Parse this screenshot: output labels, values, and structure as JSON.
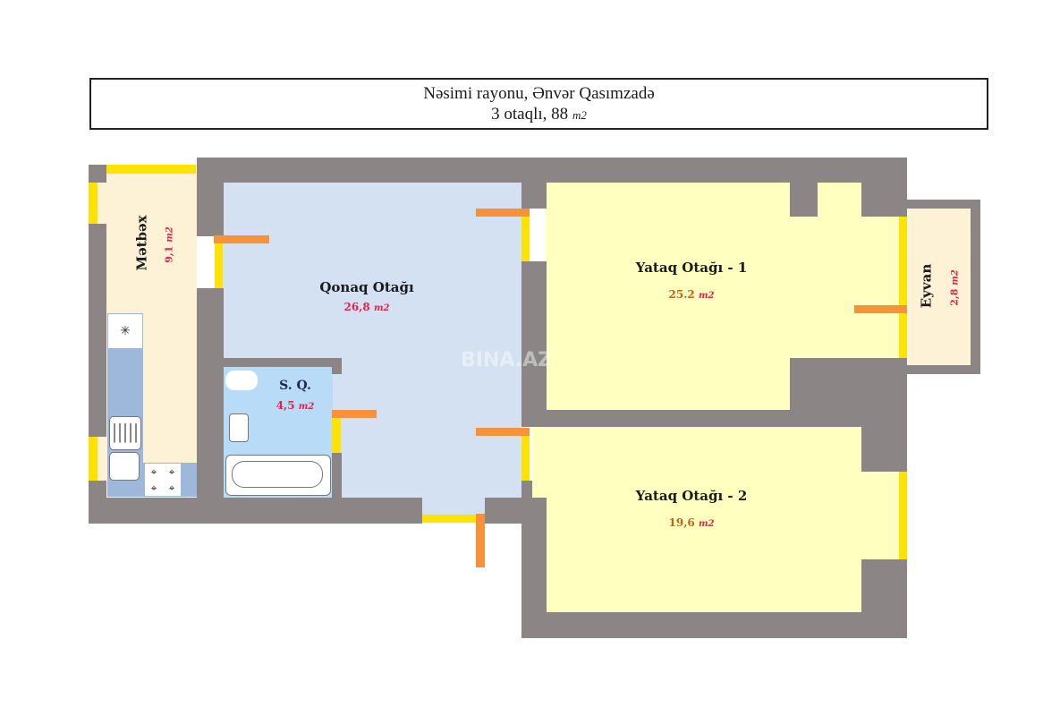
{
  "header": {
    "line1": "Nəsimi rayonu, Ənvər Qasımzadə",
    "line2_prefix": "3 otaqlı, 88 ",
    "line2_unit": "m2"
  },
  "rooms": {
    "kitchen": {
      "name": "Mətbəx",
      "area": "9,1",
      "unit": "m2"
    },
    "living": {
      "name": "Qonaq Otağı",
      "area": "26,8",
      "unit": "m2"
    },
    "bathroom": {
      "name": "S. Q.",
      "area": "4,5",
      "unit": "m2"
    },
    "bedroom1": {
      "name": "Yataq Otağı - 1",
      "area": "25.2",
      "unit": "m2"
    },
    "bedroom2": {
      "name": "Yataq Otağı - 2",
      "area": "19,6",
      "unit": "m2"
    },
    "balcony": {
      "name": "Eyvan",
      "area": "2,8",
      "unit": "m2"
    }
  },
  "watermark": "BINA.AZ",
  "colors": {
    "wall": "#8b8685",
    "kitchen": "#fdf1d6",
    "living": "#d3e1f2",
    "bathroom": "#b8dcf7",
    "bedroom": "#ffffc0",
    "window": "#ffe300",
    "door": "#f7913a",
    "area_text": "#e0234a"
  },
  "icons": {
    "fridge": "✳",
    "stove": "⌖"
  }
}
